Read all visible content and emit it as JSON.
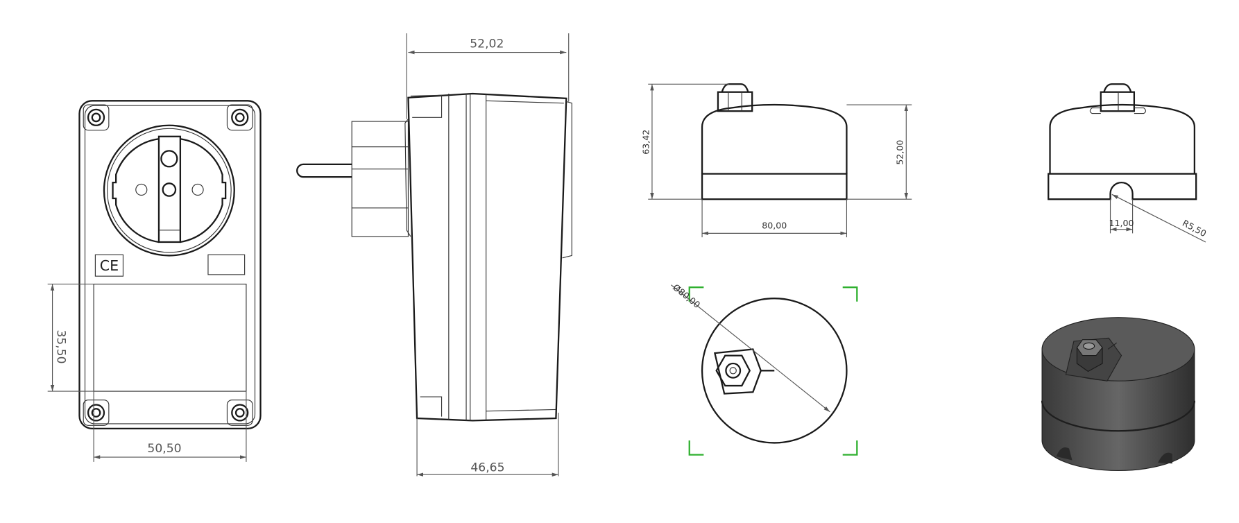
{
  "drawing": {
    "views": [
      {
        "name": "socket-front-view",
        "dimensions": {
          "label_height": "35,50",
          "label_width": "50,50"
        },
        "mark": "CE"
      },
      {
        "name": "socket-side-view",
        "dimensions": {
          "overall_depth": "52,02",
          "body_depth": "46,65"
        }
      },
      {
        "name": "round-box-front-view",
        "dimensions": {
          "overall_height": "63,42",
          "body_height": "52,00",
          "width": "80,00"
        }
      },
      {
        "name": "round-box-side-view",
        "dimensions": {
          "slot_width": "11,00",
          "slot_radius": "R5,50"
        }
      },
      {
        "name": "round-box-top-view",
        "dimensions": {
          "diameter": "Ø80,00"
        }
      },
      {
        "name": "round-box-isometric-view"
      }
    ],
    "colors": {
      "line": "#1a1a1a",
      "dimension": "#555555",
      "view_bracket": "#2fb02f",
      "solid_body": "#4a4a4a"
    }
  }
}
